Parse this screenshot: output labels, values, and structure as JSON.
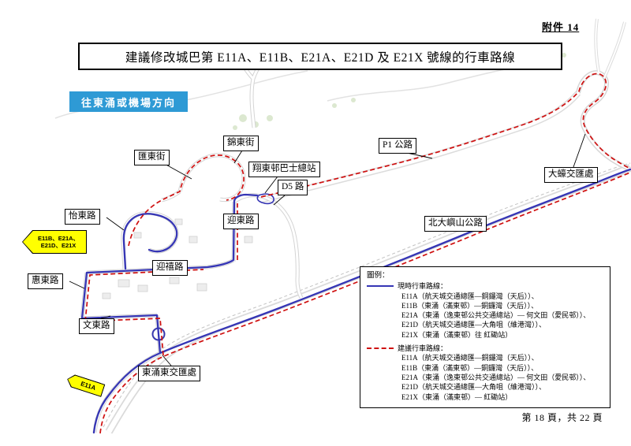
{
  "page": {
    "attachment_label": "附件 14",
    "title": "建議修改城巴第 E11A、E11B、E21A、E21D 及 E21X 號線的行車路線",
    "direction_label": "往東涌或機場方向",
    "page_number": "第 18 頁，共 22 頁"
  },
  "map": {
    "labels": [
      {
        "id": "wui-tung-street",
        "text": "匯東街"
      },
      {
        "id": "kam-tung-street",
        "text": "錦東街"
      },
      {
        "id": "cheung-tung-estate-bus-terminus",
        "text": "翔東邨巴士總站"
      },
      {
        "id": "road-d5",
        "text": "D5 路"
      },
      {
        "id": "highway-p1",
        "text": "P1 公路"
      },
      {
        "id": "tai-ho-interchange",
        "text": "大蠔交匯處"
      },
      {
        "id": "yi-tung-road",
        "text": "怡東路"
      },
      {
        "id": "north-lantau-highway",
        "text": "北大嶼山公路"
      },
      {
        "id": "ying-tung-road",
        "text": "迎東路"
      },
      {
        "id": "ying-hei-road",
        "text": "迎禧路"
      },
      {
        "id": "wai-tung-road",
        "text": "惠東路"
      },
      {
        "id": "man-tung-road",
        "text": "文東路"
      },
      {
        "id": "tung-chung-east-interchange",
        "text": "東涌東交匯處"
      }
    ],
    "arrows": [
      {
        "id": "routes-via-loop",
        "lines": [
          "E11B、E21A、",
          "E21D、E21X"
        ]
      },
      {
        "id": "route-e11a",
        "lines": [
          "E11A"
        ]
      }
    ]
  },
  "legend": {
    "title": "圖例：",
    "current": {
      "heading": "現時行車路線：",
      "routes": [
        "E11A（航天城交通總匯—銅鑼灣（天后））、",
        "E11B（東涌（滿東邨）—銅鑼灣（天后））、",
        "E21A（東涌（逸東邨公共交通總站）— 何文田（愛民邨））、",
        "E21D（航天城交通總匯—大角咀（維港灣））、",
        "E21X（東涌（滿東邨）往 紅磡站）"
      ]
    },
    "proposed": {
      "heading": "建議行車路線：",
      "routes": [
        "E11A（航天城交通總匯—銅鑼灣（天后））、",
        "E11B（東涌（滿東邨）—銅鑼灣（天后））、",
        "E21A（東涌（逸東邨公共交通總站）— 何文田（愛民邨））、",
        "E21D（航天城交通總匯—大角咀（維港灣））、",
        "E21X（東涌（滿東邨）— 紅磡站）"
      ]
    }
  },
  "colors": {
    "current_route": "#3535b5",
    "proposed_route": "#cf1010",
    "direction_box": "#2e9ad5",
    "arrow_fill": "#ffff00"
  }
}
